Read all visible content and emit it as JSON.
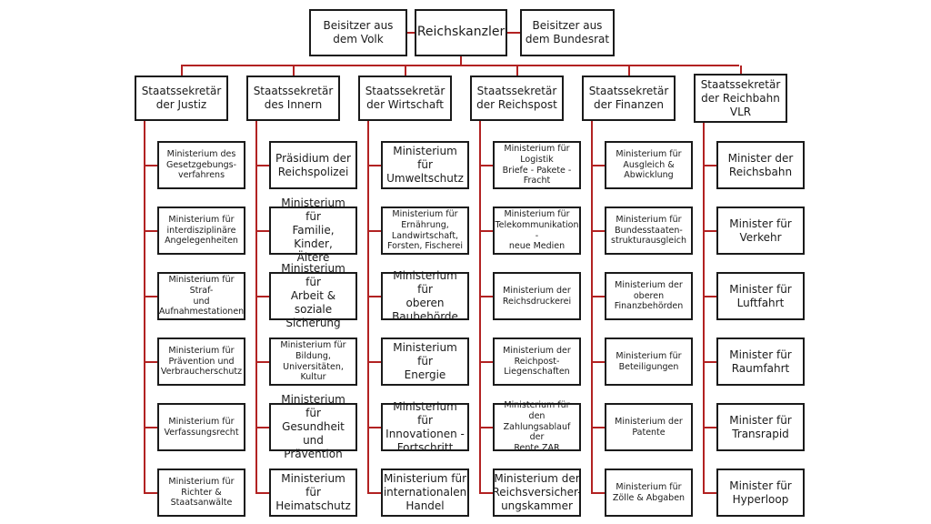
{
  "diagram": {
    "type": "org-chart",
    "top_row": {
      "left": "Beisitzer aus\ndem Volk",
      "center": "Reichskanzler",
      "right": "Beisitzer aus\ndem Bundesrat"
    },
    "line_color": "#b22222",
    "columns": [
      {
        "head": "Staatssekretär\nder Justiz",
        "children": [
          "Ministerium des\nGesetzgebungs-\nverfahrens",
          "Ministerium für\ninterdisziplinäre\nAngelegenheiten",
          "Ministerium für Straf-\nund\nAufnahmestationen",
          "Ministerium für\nPrävention und\nVerbraucherschutz",
          "Ministerium für\nVerfassungsrecht",
          "Ministerium für\nRichter &\nStaatsanwälte"
        ]
      },
      {
        "head": "Staatssekretär\ndes Innern",
        "children": [
          "Präsidium der\nReichspolizei",
          "Ministerium für\nFamilie, Kinder,\nÄltere",
          "Ministerium für\nArbeit & soziale\nSicherung",
          "Ministerium für\nBildung,\nUniversitäten, Kultur",
          "Ministerium für\nGesundheit und\nPrävention",
          "Ministerium für\nHeimatschutz"
        ]
      },
      {
        "head": "Staatssekretär\nder Wirtschaft",
        "children": [
          "Ministerium für\nUmweltschutz",
          "Ministerium für\nErnährung,\nLandwirtschaft,\nForsten, Fischerei",
          "Ministerium für\noberen\nBaubehörde",
          "Ministerium für\nEnergie",
          "Ministerium für\nInnovationen -\nFortschritt",
          "Ministerium für\ninternationalen\nHandel"
        ]
      },
      {
        "head": "Staatssekretär\nder Reichspost",
        "children": [
          "Ministerium für\nLogistik\nBriefe - Pakete -\nFracht",
          "Ministerium für\nTelekommunikation -\nneue Medien",
          "Ministerium der\nReichsdruckerei",
          "Ministerium der\nReichpost-\nLiegenschaften",
          "Ministerium für den\nZahlungsablauf der\nRente ZAR",
          "Ministerium der\nReichsversicher-\nungskammer"
        ]
      },
      {
        "head": "Staatssekretär\nder Finanzen",
        "children": [
          "Ministerium für\nAusgleich &\nAbwicklung",
          "Ministerium für\nBundesstaaten-\nstrukturausgleich",
          "Ministerium der\noberen\nFinanzbehörden",
          "Ministerium für\nBeteiligungen",
          "Ministerium der\nPatente",
          "Ministerium für\nZölle & Abgaben"
        ]
      },
      {
        "head": "Staatssekretär\nder Reichbahn\nVLR",
        "children": [
          "Minister der\nReichsbahn",
          "Minister für\nVerkehr",
          "Minister für\nLuftfahrt",
          "Minister für\nRaumfahrt",
          "Minister für\nTransrapid",
          "Minister für\nHyperloop"
        ]
      }
    ]
  }
}
